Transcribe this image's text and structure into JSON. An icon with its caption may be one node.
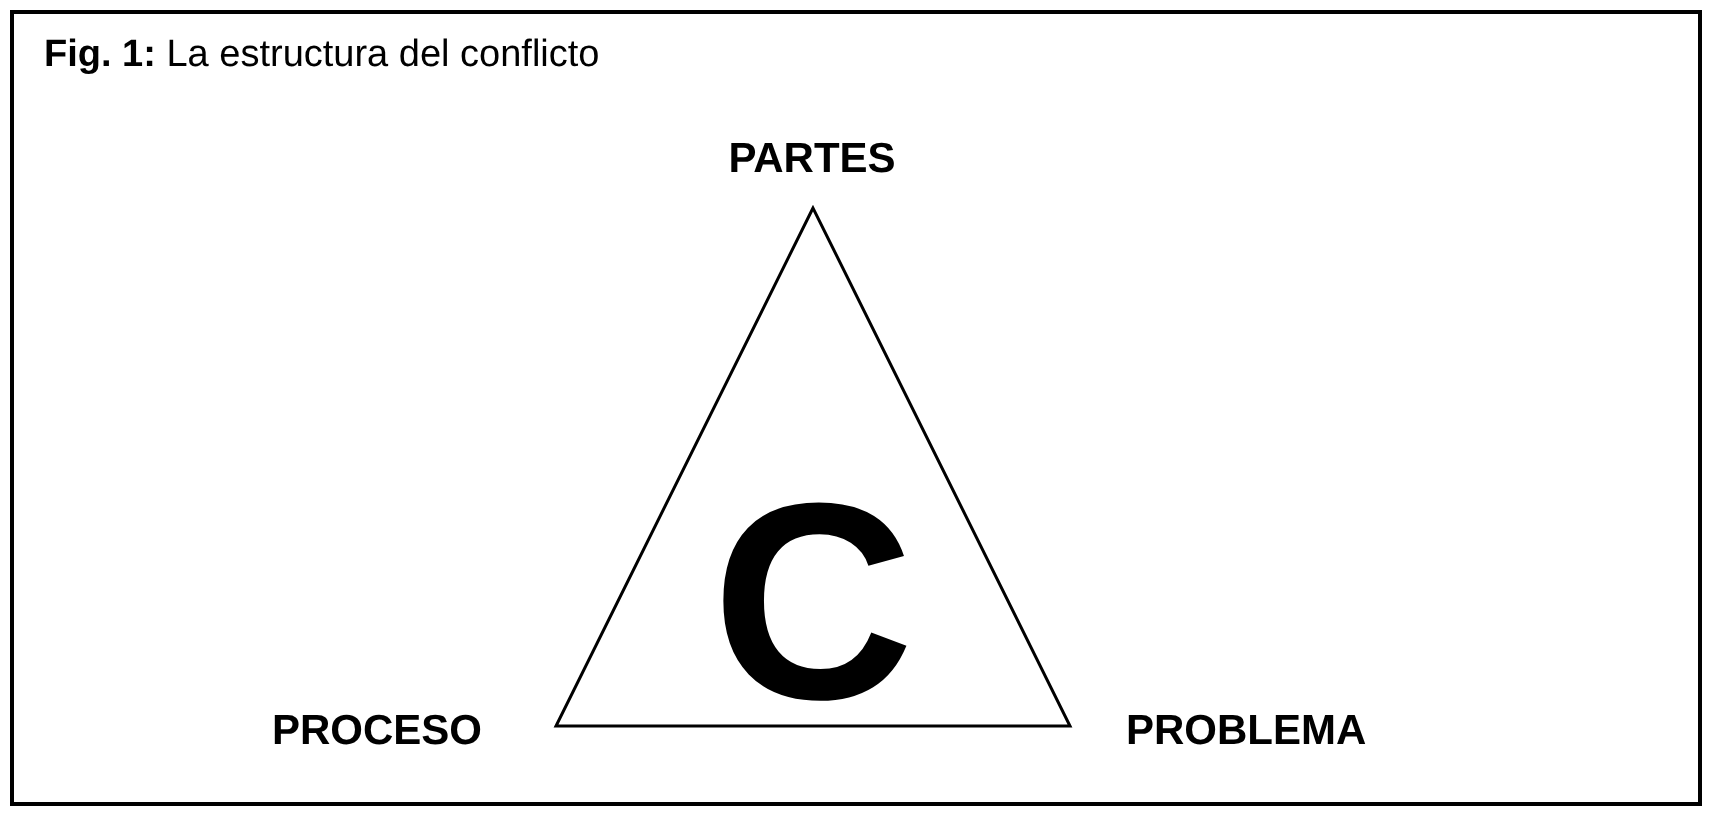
{
  "diagram": {
    "title": "**Fig. 1:** La estructura del conflicto",
    "nodes": [
      {
        "text": [
          "C"
        ],
        "beside": [
          "PARTES",
          "PROCESO",
          "PROBLEMA"
        ]
      }
    ]
  }
}
